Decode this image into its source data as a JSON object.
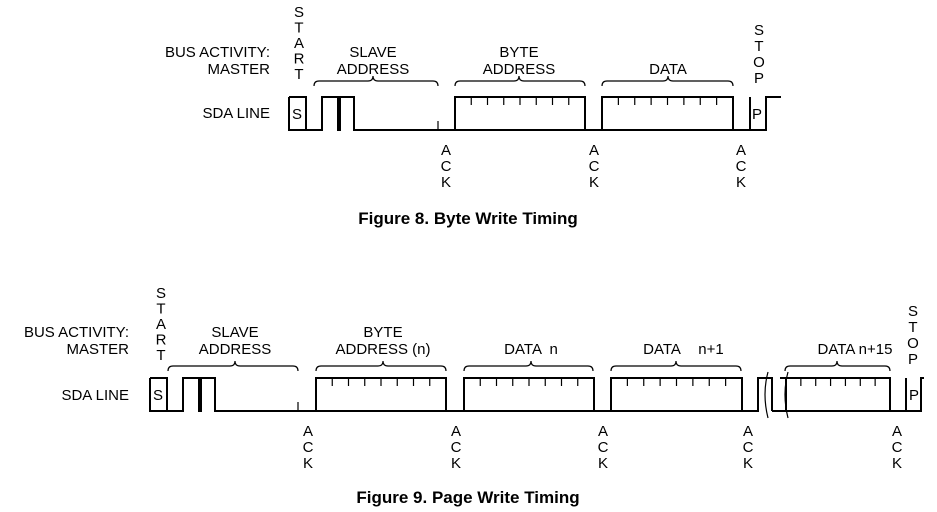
{
  "figure8": {
    "bus_activity_label": "BUS ACTIVITY:",
    "master_label": "MASTER",
    "sda_label": "SDA LINE",
    "start_label": "START",
    "stop_label": "STOP",
    "s_bit": "S",
    "p_bit": "P",
    "ack_label": "ACK",
    "slave_address": [
      "SLAVE",
      "ADDRESS"
    ],
    "byte_address": [
      "BYTE",
      "ADDRESS"
    ],
    "data": "DATA",
    "caption": "Figure 8. Byte Write Timing"
  },
  "figure9": {
    "bus_activity_label": "BUS ACTIVITY:",
    "master_label": "MASTER",
    "sda_label": "SDA LINE",
    "start_label": "START",
    "stop_label": "STOP",
    "s_bit": "S",
    "p_bit": "P",
    "ack_label": "ACK",
    "slave_address": [
      "SLAVE",
      "ADDRESS"
    ],
    "byte_address": [
      "BYTE",
      "ADDRESS (n)"
    ],
    "data_n": "DATA  n",
    "data_n1": [
      "DATA",
      "n+1"
    ],
    "data_n15": "DATA n+15",
    "caption": "Figure 9. Page Write Timing"
  }
}
